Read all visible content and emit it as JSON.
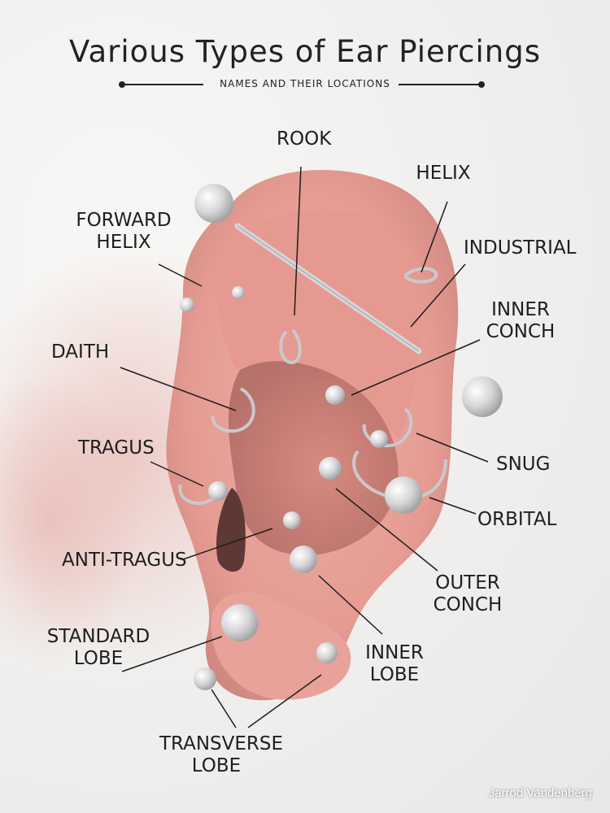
{
  "title": "Various Types of Ear Piercings",
  "subtitle": "NAMES AND THEIR LOCATIONS",
  "labels": {
    "rook": "ROOK",
    "helix": "HELIX",
    "forward_helix": "FORWARD HELIX",
    "industrial": "INDUSTRIAL",
    "inner_conch": "INNER CONCH",
    "daith": "DAITH",
    "tragus": "TRAGUS",
    "snug": "SNUG",
    "orbital": "ORBITAL",
    "anti_tragus": "ANTI-TRAGUS",
    "outer_conch": "OUTER CONCH",
    "standard_lobe": "STANDARD LOBE",
    "inner_lobe": "INNER LOBE",
    "transverse_lobe": "TRANSVERSE LOBE"
  },
  "watermark": "Jarrod Vandenberg",
  "colors": {
    "skin": "#e9a39a",
    "skin_shadow": "#c97f78",
    "skin_deep": "#a96660",
    "metal": "#c9c9cc",
    "ink": "#1e1e1e"
  }
}
